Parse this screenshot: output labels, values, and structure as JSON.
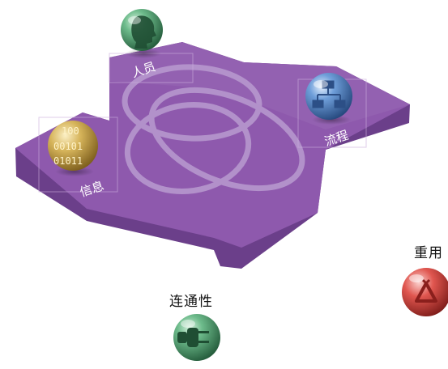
{
  "board": {
    "labels": {
      "people": "人员",
      "process": "流程",
      "information": "信息"
    }
  },
  "outside": {
    "connectivity": "连通性",
    "reuse": "重用"
  },
  "info_digits": [
    "100",
    "00101",
    "01011"
  ],
  "colors": {
    "board_top": "#8e59ad",
    "board_side": "#6b3f8a",
    "rings": "#b99bd0",
    "green_sphere": "#4e9a6c",
    "blue_sphere": "#5b8cc9",
    "gold_sphere": "#c9a64a",
    "red_sphere": "#d84a45"
  }
}
